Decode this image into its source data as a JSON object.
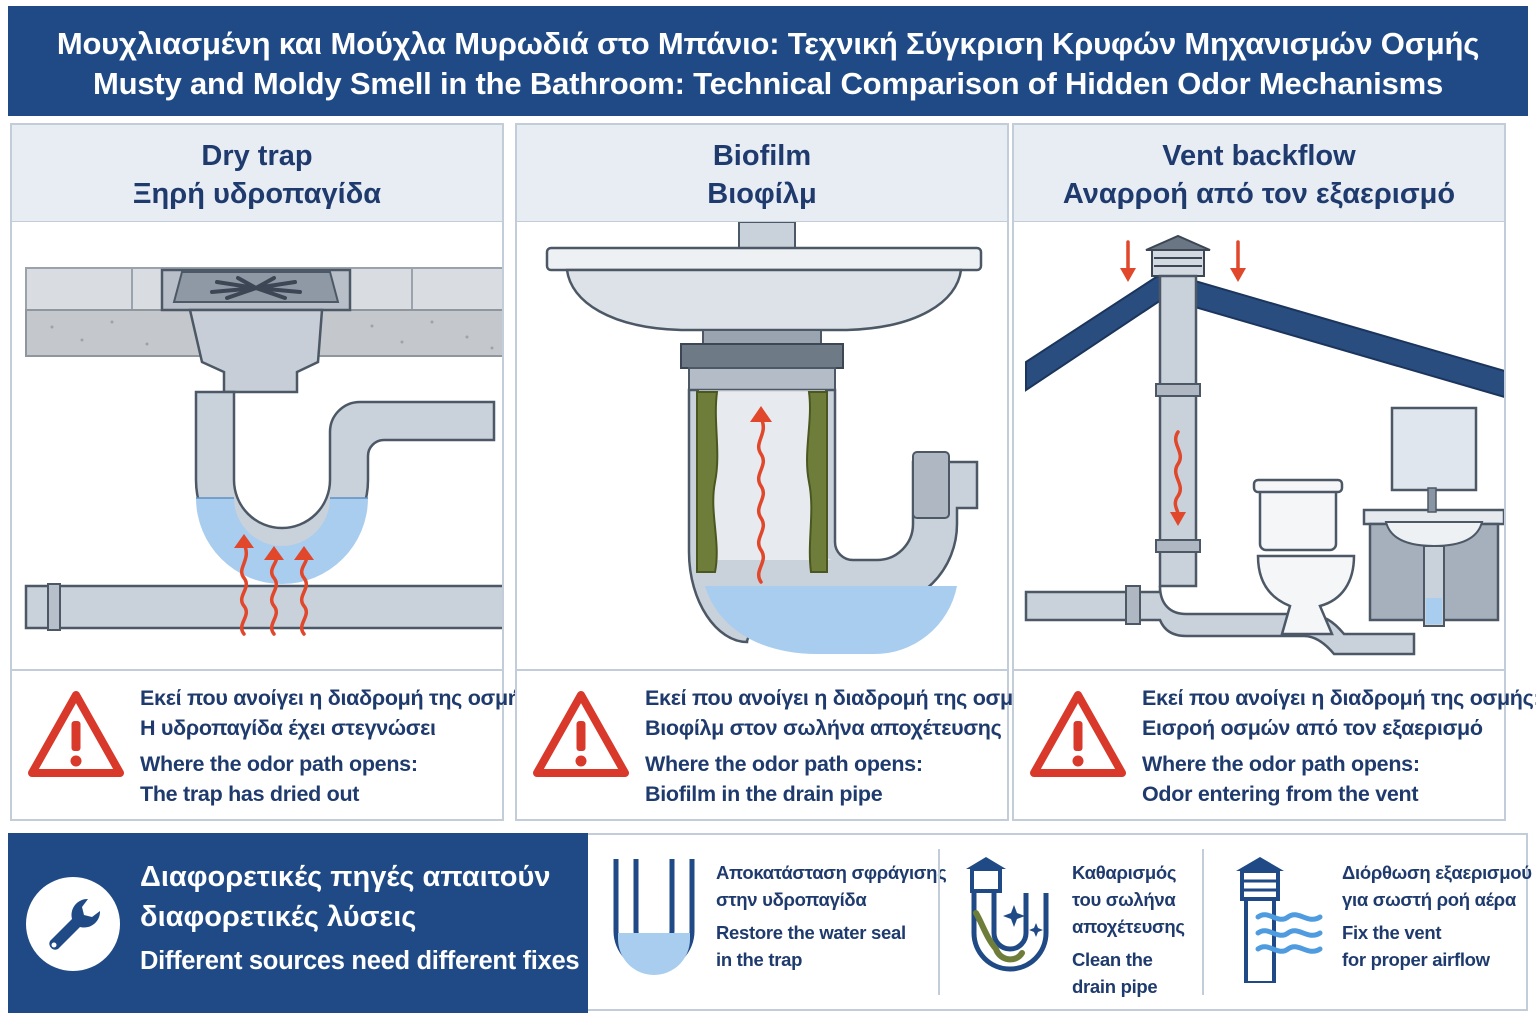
{
  "header": {
    "title_greek": "Μουχλιασμένη και Μούχλα Μυρωδιά στο Μπάνιο: Τεχνική Σύγκριση Κρυφών Μηχανισμών Οσμής",
    "title_english": "Musty and Moldy Smell in the Bathroom: Technical Comparison of Hidden Odor Mechanisms"
  },
  "columns": [
    {
      "title_en": "Dry trap",
      "title_gr": "Ξηρή υδροπαγίδα",
      "icon": "warning-triangle-icon",
      "label_gr": "Εκεί που ανοίγει η διαδρομή της οσμής:",
      "value_gr": "Η υδροπαγίδα έχει στεγνώσει",
      "label_en": "Where the odor path opens:",
      "value_en": "The trap has dried out"
    },
    {
      "title_en": "Biofilm",
      "title_gr": "Βιοφίλμ",
      "icon": "warning-triangle-icon",
      "label_gr": "Εκεί που ανοίγει η διαδρομή της οσμής:",
      "value_gr": "Βιοφίλμ στον σωλήνα αποχέτευσης",
      "label_en": "Where the odor path opens:",
      "value_en": "Biofilm in the drain pipe"
    },
    {
      "title_en": "Vent backflow",
      "title_gr": "Αναρροή από τον εξαερισμό",
      "icon": "warning-triangle-icon",
      "label_gr": "Εκεί που ανοίγει η διαδρομή της οσμής:",
      "value_gr": "Εισροή οσμών από τον εξαερισμό",
      "label_en": "Where the odor path opens:",
      "value_en": "Odor entering from the vent"
    }
  ],
  "footer": {
    "icon": "wrench-icon",
    "heading_gr_1": "Διαφορετικές πηγές απαιτούν",
    "heading_gr_2": "διαφορετικές λύσεις",
    "heading_en": "Different sources need different fixes",
    "fixes": [
      {
        "icon": "water-trap-icon",
        "gr_1": "Αποκατάσταση σφράγισης",
        "gr_2": "στην υδροπαγίδα",
        "en_1": "Restore the water seal",
        "en_2": "in the trap"
      },
      {
        "icon": "clean-pipe-icon",
        "gr_1": "Καθαρισμός",
        "gr_2": "του σωλήνα",
        "gr_3": "αποχέτευσης",
        "en_1": "Clean the",
        "en_2": "drain pipe"
      },
      {
        "icon": "vent-airflow-icon",
        "gr_1": "Διόρθωση εξαερισμού",
        "gr_2": "για σωστή ροή αέρα",
        "en_1": "Fix the vent",
        "en_2": "for proper airflow"
      }
    ]
  },
  "colors": {
    "navy": "#1f4a86",
    "water": "#a9cdef",
    "odor_arrow": "#e0472b",
    "warning": "#d8392b",
    "biofilm": "#6e7d3a"
  }
}
